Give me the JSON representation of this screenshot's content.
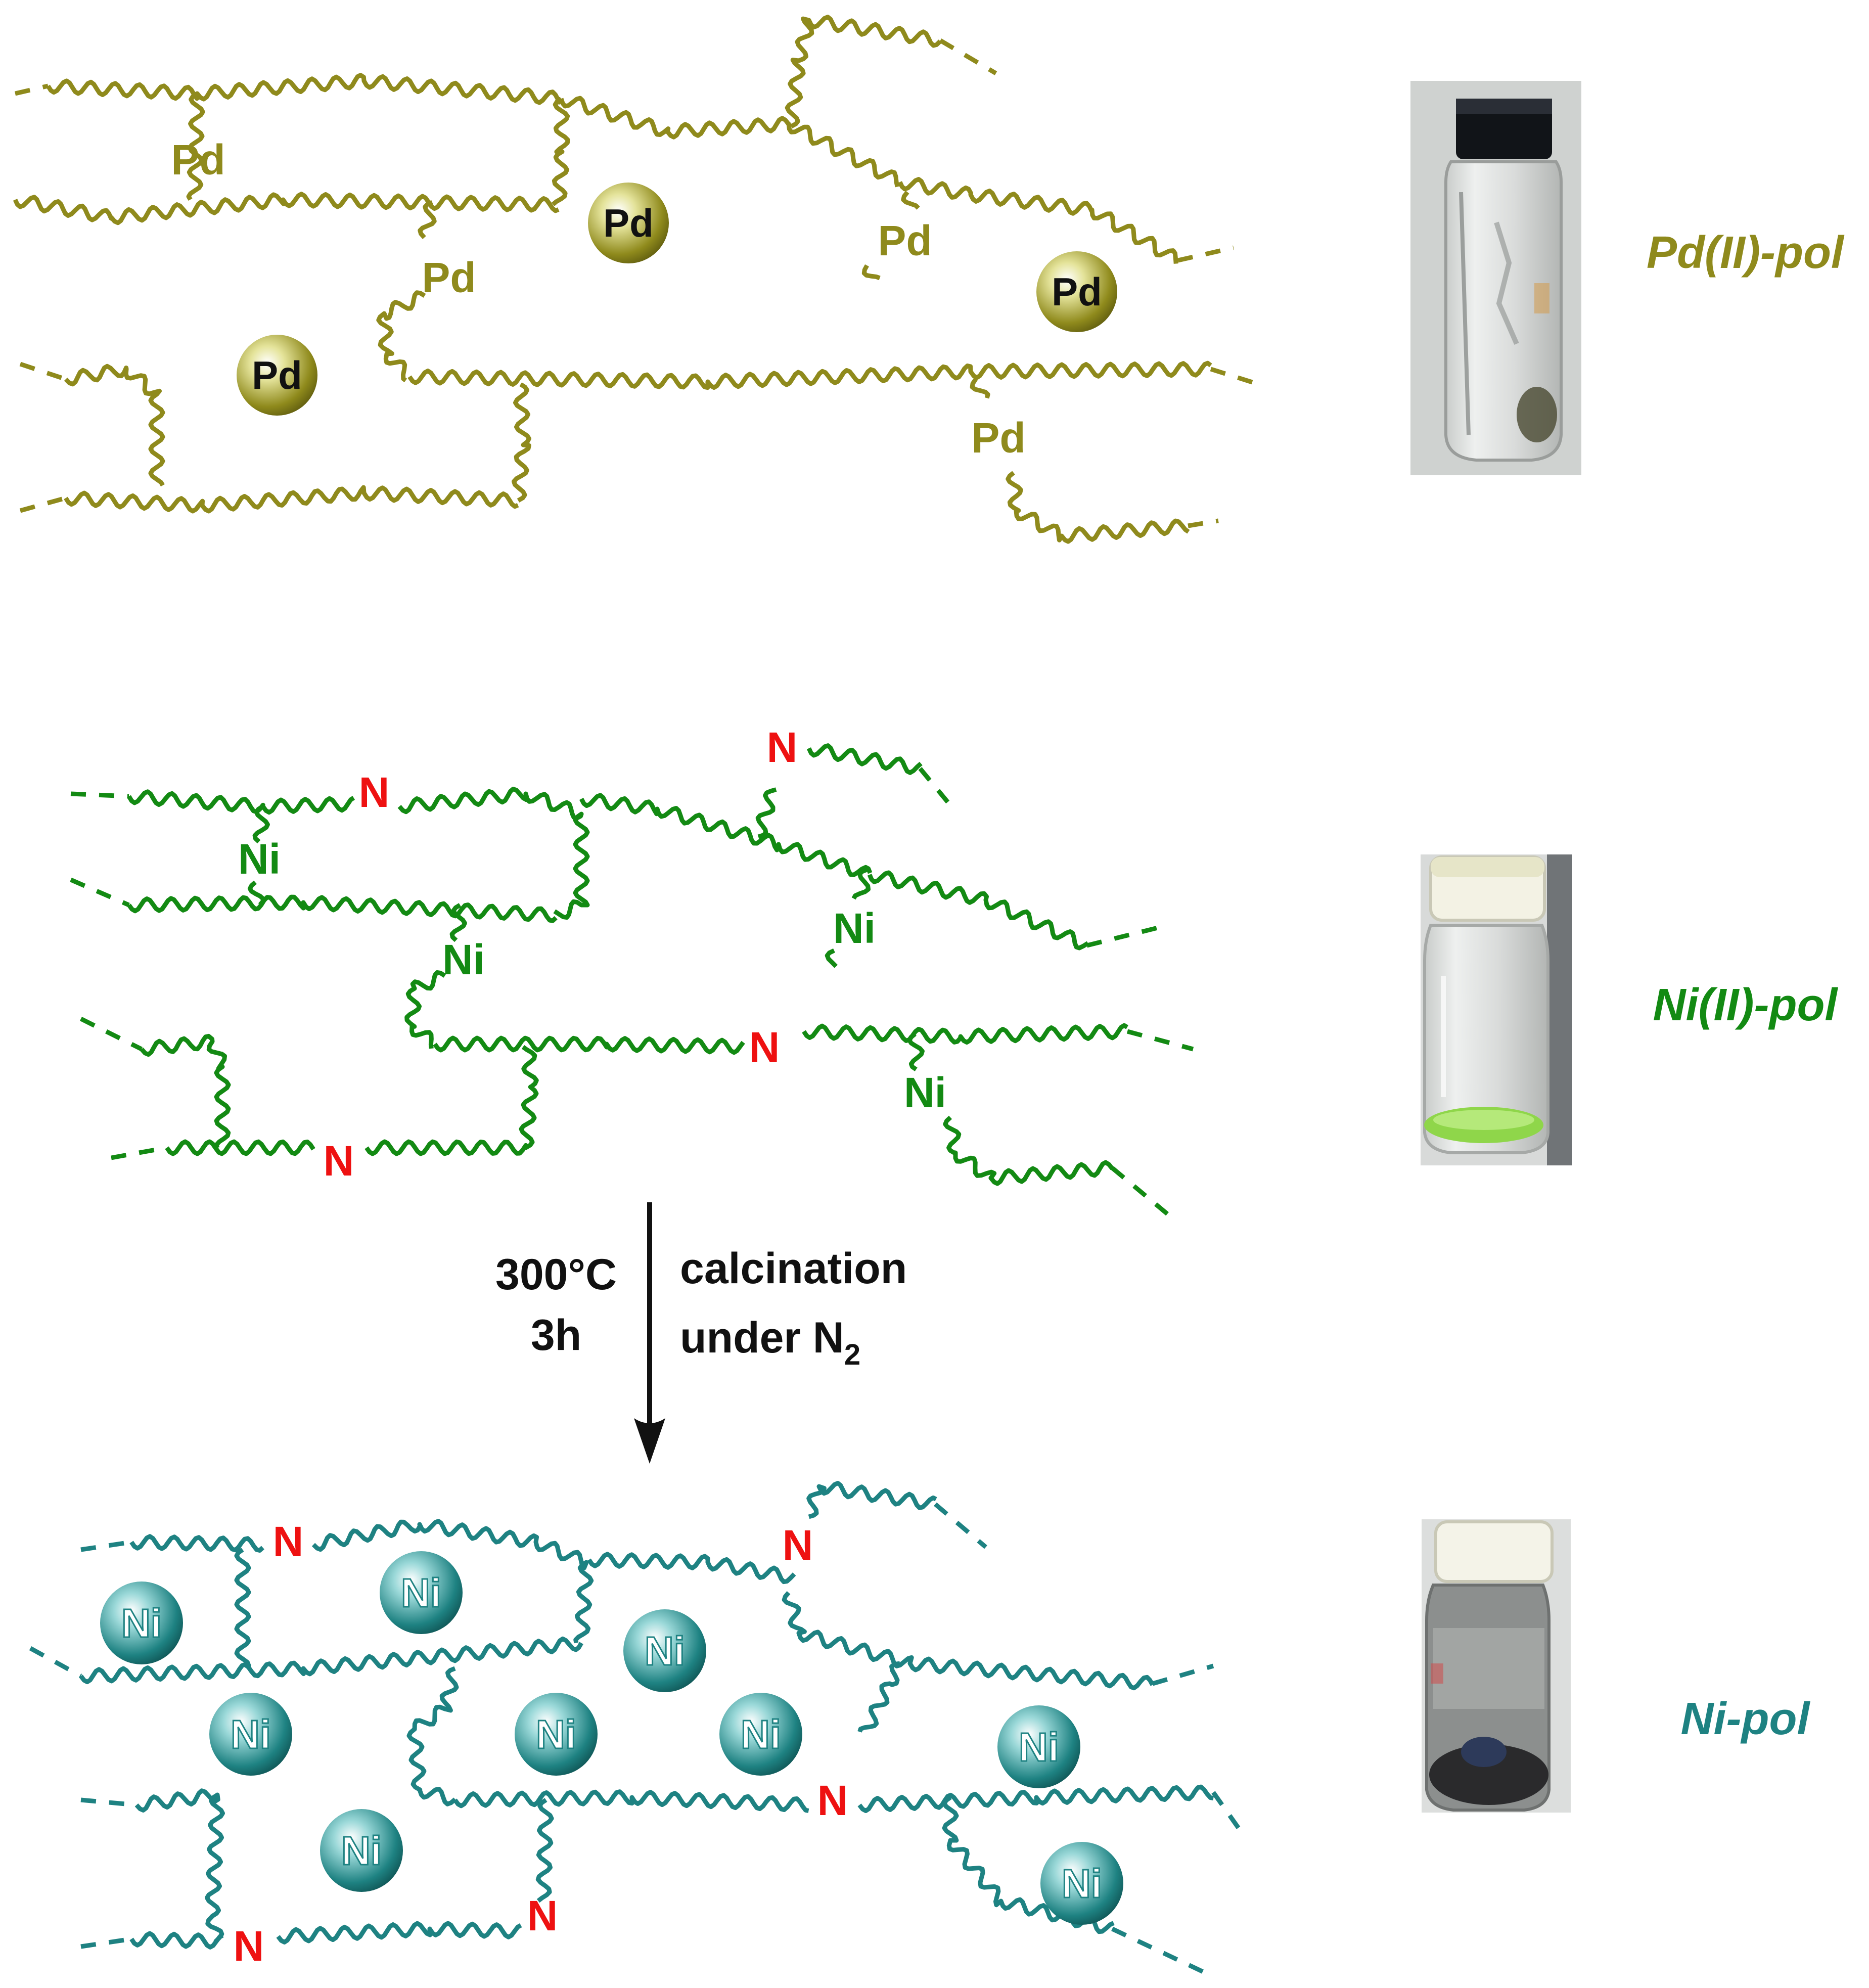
{
  "colors": {
    "pd": "#8f8a1c",
    "ni2": "#138a13",
    "nipol": "#1e8282",
    "nitrogen": "#ee1111",
    "text": "#111111",
    "arrow": "#111111"
  },
  "panels": {
    "pd": {
      "label": "Pd(II)-pol",
      "atom": "Pd"
    },
    "ni2": {
      "label": "Ni(II)-pol",
      "atom": "Ni",
      "nitrogen": "N"
    },
    "nipol": {
      "label": "Ni-pol",
      "atom": "Ni",
      "nitrogen": "N"
    }
  },
  "arrow": {
    "temperature": "300°C",
    "time": "3h",
    "process": "calcination",
    "atmosphere": "under N",
    "atmosphere_subscript": "2"
  },
  "photos": {
    "pd_vial": "vial-gray-dark-cap",
    "ni2_vial": "vial-green-powder-white-cap",
    "nipol_vial": "vial-black-solid-white-cap"
  }
}
